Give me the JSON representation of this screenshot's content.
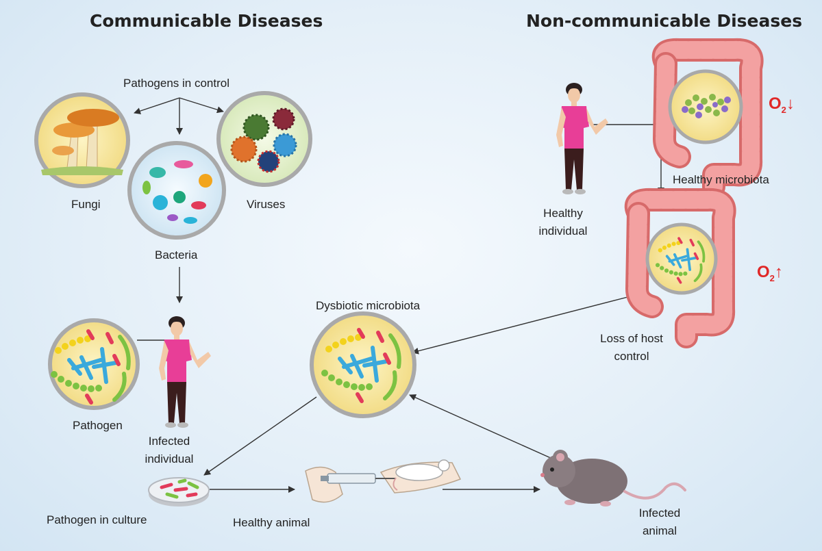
{
  "titles": {
    "communicable": "Communicable Diseases",
    "noncommunicable": "Non-communicable Diseases"
  },
  "labels": {
    "pathogens_in_control": "Pathogens in control",
    "fungi": "Fungi",
    "viruses": "Viruses",
    "bacteria": "Bacteria",
    "pathogen": "Pathogen",
    "infected_individual": "Infected\nindividual",
    "dysbiotic_microbiota": "Dysbiotic microbiota",
    "healthy_individual": "Healthy\nindividual",
    "healthy_microbiota": "Healthy microbiota",
    "loss_of_host_control": "Loss of host\ncontrol",
    "pathogen_in_culture": "Pathogen in culture",
    "healthy_animal": "Healthy animal",
    "infected_animal": "Infected\nanimal"
  },
  "oxygen": {
    "symbol": "O",
    "subscript": "2",
    "low_arrow": "↓",
    "high_arrow": "↑"
  },
  "colors": {
    "arrow": "#333333",
    "circle_border": "#a9a9a9",
    "circle_fill": "#f7e9a6",
    "intestine": "#ef8a8a",
    "shirt": "#e83e97",
    "pants": "#3b1d1d",
    "mouse": "#7e7175",
    "oxygen_text": "#e02828"
  }
}
